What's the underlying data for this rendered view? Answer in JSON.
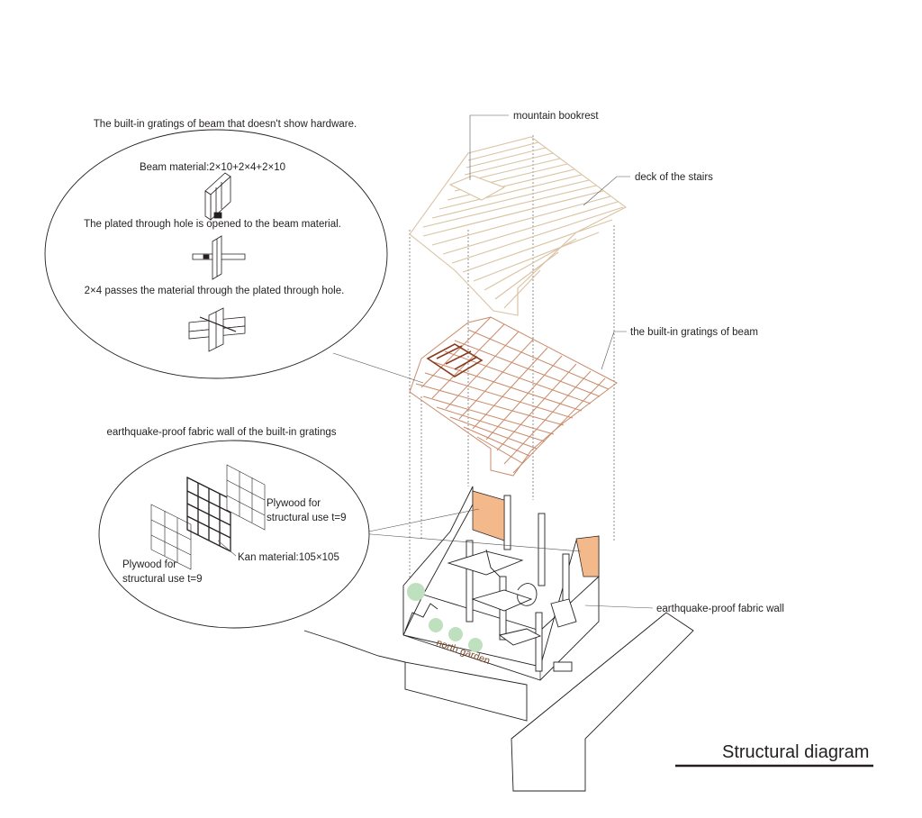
{
  "labels": {
    "mountain_bookrest": "mountain bookrest",
    "deck_of_stairs": "deck of the stairs",
    "gratings_of_beam": "the built-in gratings of beam",
    "fabric_wall": "earthquake-proof fabric wall",
    "north_garden": "north garden"
  },
  "beam_detail": {
    "heading": "The built-in gratings of beam that doesn't show hardware.",
    "step1": "Beam material:2×10+2×4+2×10",
    "step2": "The plated through hole is opened to the beam material.",
    "step3": "2×4 passes the material through the plated through hole."
  },
  "wall_detail": {
    "heading": "earthquake-proof fabric wall of the built-in gratings",
    "plywood_right_line1": "Plywood for",
    "plywood_right_line2": "structural use t=9",
    "plywood_left_line1": "Plywood for",
    "plywood_left_line2": "structural use t=9",
    "kan_material": "Kan material:105×105"
  },
  "title": "Structural diagram",
  "colors": {
    "deck_stroke": "#d9c3a3",
    "grating_stroke": "#c98b6b",
    "grating_accent": "#8b3a1e",
    "fabric_fill": "#f4b98a",
    "tree_fill": "#bfe0bf",
    "line": "#231f20"
  }
}
